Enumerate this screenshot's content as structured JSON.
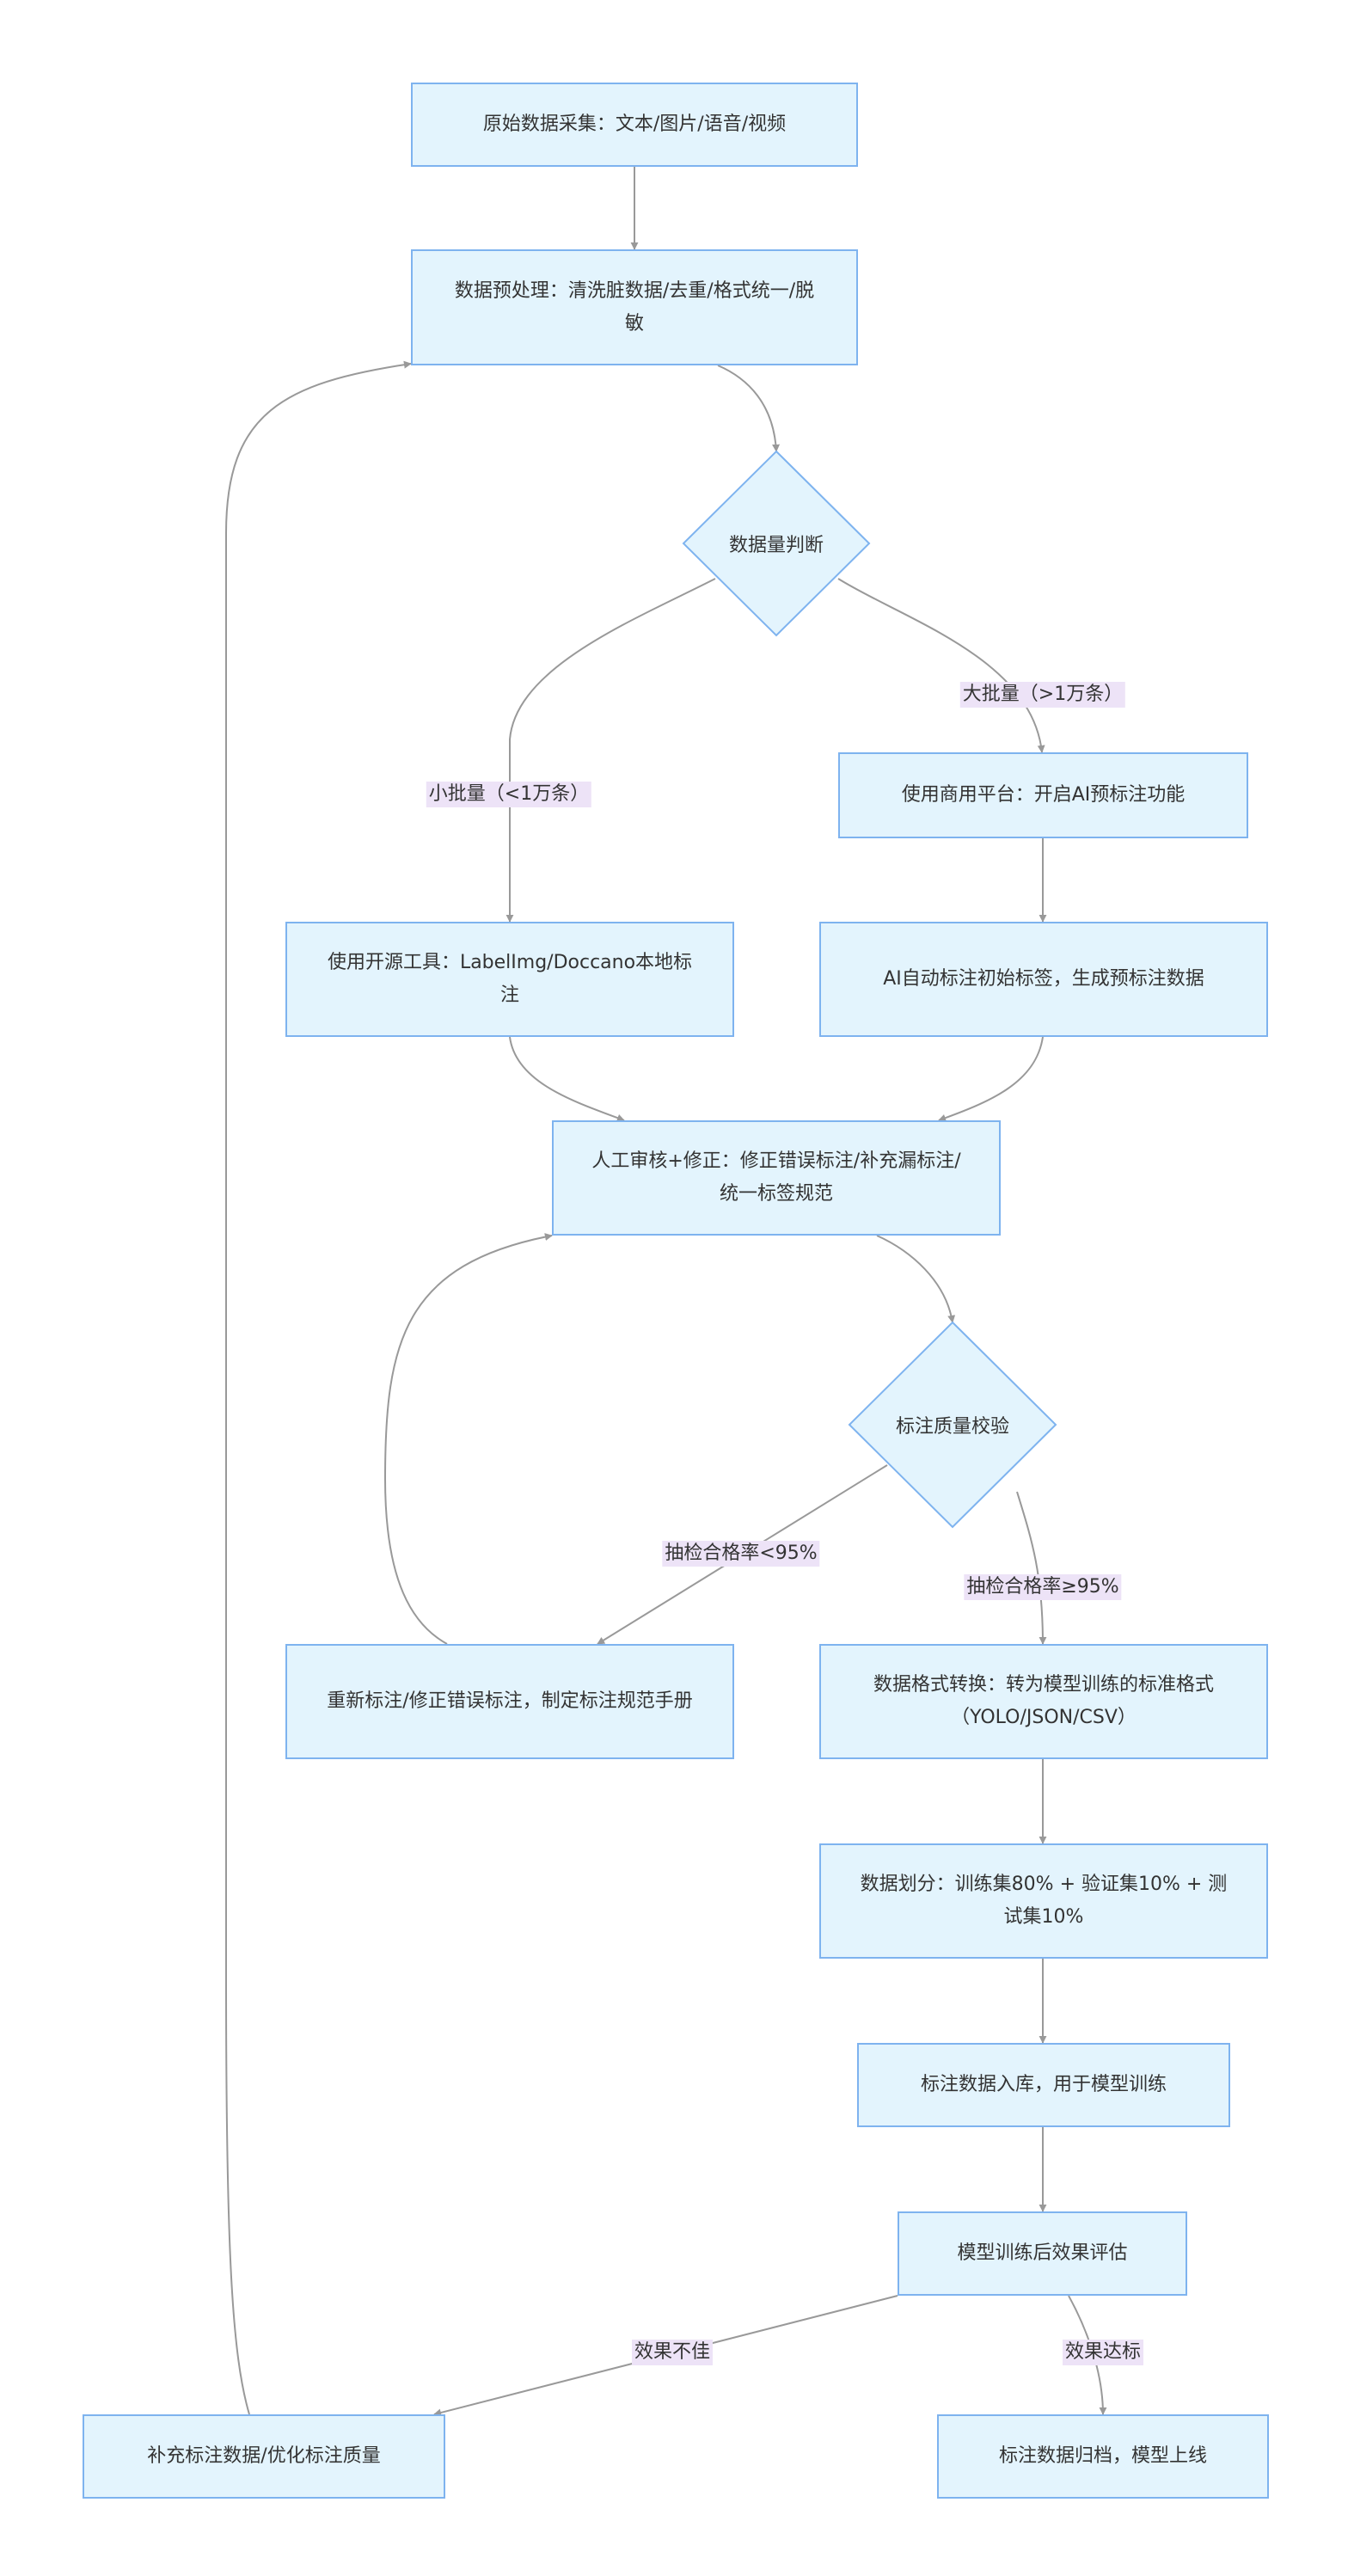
{
  "colors": {
    "node_fill": "#e3f4fd",
    "node_border": "#7eb3ef",
    "edge": "#999999",
    "label_bg": "#ede3f7"
  },
  "nodes": {
    "collect": "原始数据采集：文本/图片/语音/视频",
    "preprocess": "数据预处理：清洗脏数据/去重/格式统一/脱敏",
    "volume_check": "数据量判断",
    "open_source_tool": "使用开源工具：LabelImg/Doccano本地标注",
    "commercial_platform": "使用商用平台：开启AI预标注功能",
    "ai_prelabel": "AI自动标注初始标签，生成预标注数据",
    "manual_review": "人工审核+修正：修正错误标注/补充漏标注/统一标签规范",
    "quality_check": "标注质量校验",
    "relabel": "重新标注/修正错误标注，制定标注规范手册",
    "format_convert": "数据格式转换：转为模型训练的标准格式（YOLO/JSON/CSV）",
    "split": "数据划分：训练集80% + 验证集10% + 测试集10%",
    "store": "标注数据入库，用于模型训练",
    "evaluate": "模型训练后效果评估",
    "supplement": "补充标注数据/优化标注质量",
    "archive": "标注数据归档，模型上线"
  },
  "edge_labels": {
    "small_batch": "小批量（<1万条）",
    "large_batch": "大批量（>1万条）",
    "pass_low": "抽检合格率<95%",
    "pass_high": "抽检合格率≥95%",
    "bad_result": "效果不佳",
    "good_result": "效果达标"
  }
}
